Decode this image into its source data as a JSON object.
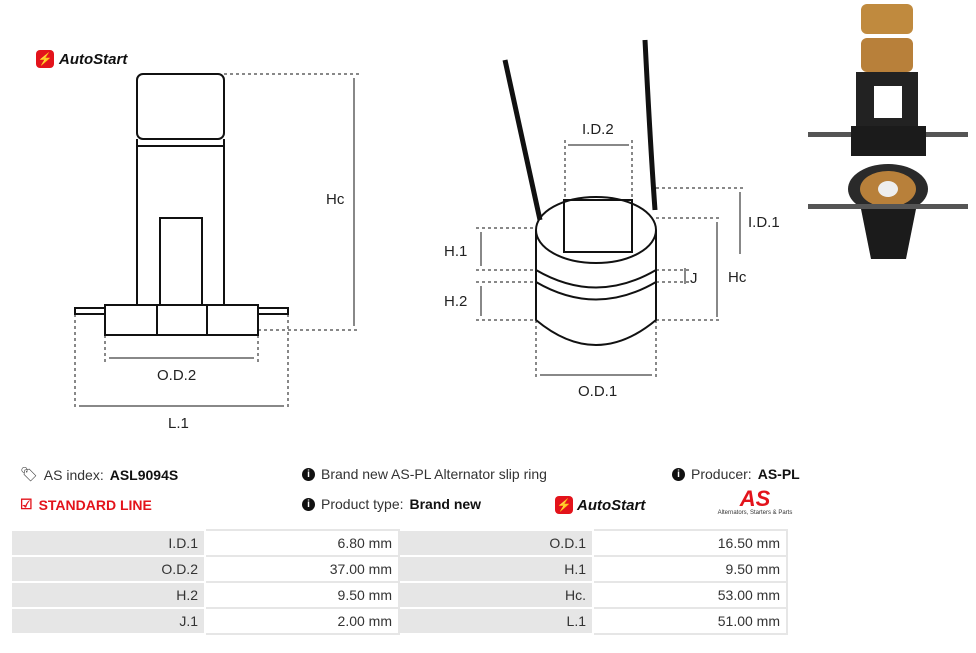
{
  "brand": {
    "name": "AutoStart",
    "producer_logo_text": "AS",
    "producer_logo_tagline": "Alternators, Starters & Parts"
  },
  "diagram_left": {
    "labels": {
      "hc": "Hc",
      "od2": "O.D.2",
      "l1": "L.1"
    }
  },
  "diagram_right": {
    "labels": {
      "id2": "I.D.2",
      "id1": "I.D.1",
      "h1": "H.1",
      "h2": "H.2",
      "j": "J",
      "hc": "Hc",
      "od1": "O.D.1"
    }
  },
  "info": {
    "as_index_label": "AS index:",
    "as_index_value": "ASL9094S",
    "line": "STANDARD LINE",
    "description": "Brand new AS-PL Alternator slip ring",
    "product_type_label": "Product type:",
    "product_type_value": "Brand new",
    "producer_label": "Producer:",
    "producer_value": "AS-PL"
  },
  "specs": [
    {
      "l1": "I.D.1",
      "v1": "6.80 mm",
      "l2": "O.D.1",
      "v2": "16.50 mm"
    },
    {
      "l1": "O.D.2",
      "v1": "37.00 mm",
      "l2": "H.1",
      "v2": "9.50 mm"
    },
    {
      "l1": "H.2",
      "v1": "9.50 mm",
      "l2": "Hc.",
      "v2": "53.00 mm"
    },
    {
      "l1": "J.1",
      "v1": "2.00 mm",
      "l2": "L.1",
      "v2": "51.00 mm"
    }
  ],
  "colors": {
    "accent": "#e3131b"
  }
}
